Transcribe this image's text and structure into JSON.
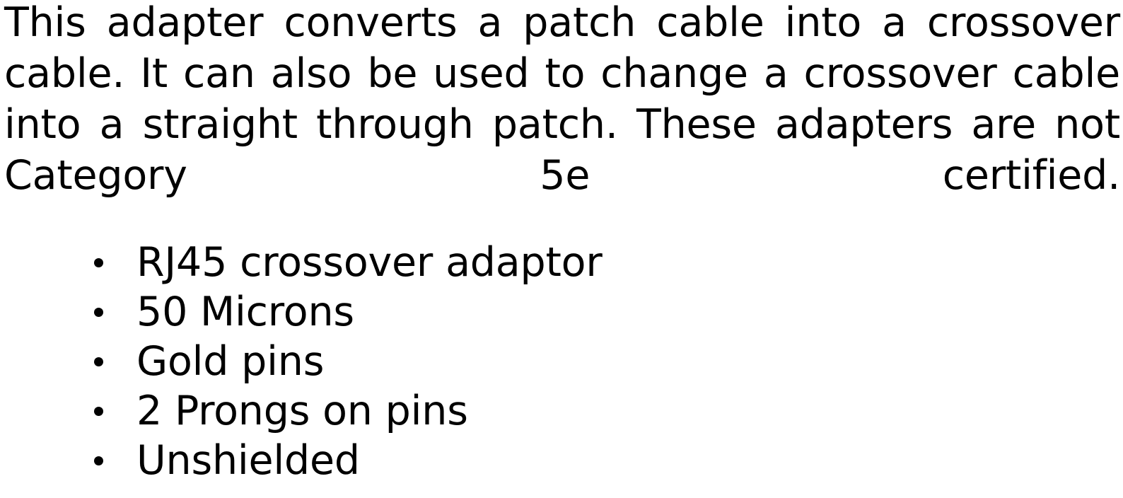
{
  "document": {
    "background_color": "#ffffff",
    "text_color": "#000000",
    "description": "This adapter converts a patch cable into a crossover cable. It can also be used to change a crossover cable into a straight through patch. These adapters are not Category 5e certified.",
    "features": [
      {
        "label": "RJ45 crossover adaptor"
      },
      {
        "label": "50 Microns"
      },
      {
        "label": "Gold pins"
      },
      {
        "label": "2 Prongs on pins"
      },
      {
        "label": "Unshielded"
      }
    ]
  }
}
